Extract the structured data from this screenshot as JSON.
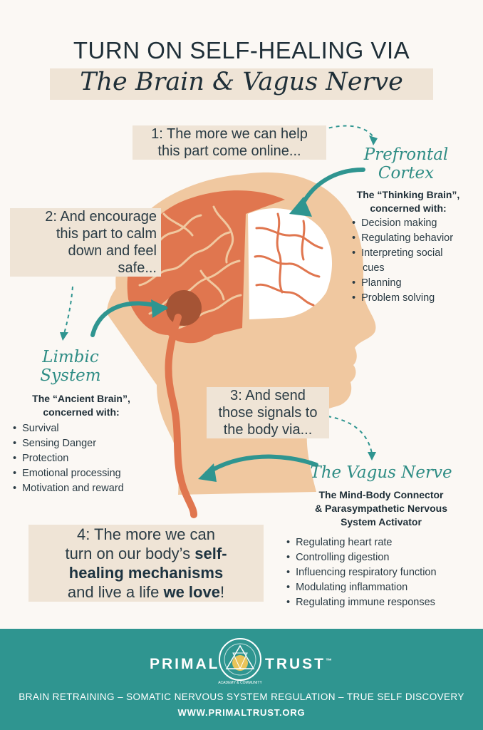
{
  "header": {
    "title_line1": "TURN ON SELF-HEALING VIA",
    "title_line2": "The Brain & Vagus Nerve"
  },
  "steps": {
    "step1": [
      "1: The more we can help",
      "this part come online..."
    ],
    "step2": [
      "2: And encourage",
      "this part to calm",
      "down and feel",
      "safe..."
    ],
    "step3": [
      "3: And send",
      "those signals to",
      "the body via..."
    ],
    "step4": {
      "line1": "4: The more we can",
      "line2_pre": "turn on our body’s ",
      "line2_bold": "self-",
      "line3_bold": "healing mechanisms",
      "line4_pre": "and live a life ",
      "line4_bold": "we love",
      "line4_post": "!"
    }
  },
  "prefrontal": {
    "label": [
      "Prefrontal",
      "Cortex"
    ],
    "subtitle": [
      "The “Thinking Brain”,",
      "concerned with:"
    ],
    "items": [
      "Decision making",
      "Regulating behavior",
      "Interpreting social",
      "cues",
      "Planning",
      "Problem solving"
    ]
  },
  "limbic": {
    "label": [
      "Limbic",
      "System"
    ],
    "subtitle": [
      "The “Ancient Brain”,",
      "concerned with:"
    ],
    "items": [
      "Survival",
      "Sensing Danger",
      "Protection",
      "Emotional processing",
      "Motivation and reward"
    ]
  },
  "vagus": {
    "label": "The Vagus Nerve",
    "subtitle": [
      "The Mind-Body Connector",
      "& Parasympathetic Nervous",
      "System Activator"
    ],
    "items": [
      "Regulating heart rate",
      "Controlling digestion",
      "Influencing respiratory function",
      "Modulating inflammation",
      "Regulating immune responses"
    ]
  },
  "footer": {
    "brand_left": "PRIMAL",
    "brand_right": "TRUST",
    "trademark": "™",
    "logo_ring_text": "ACADEMY & COMMUNITY",
    "tagline": "BRAIN RETRAINING – SOMATIC NERVOUS SYSTEM REGULATION – TRUE SELF DISCOVERY",
    "url": "WWW.PRIMALTRUST.ORG"
  },
  "colors": {
    "teal": "#2f9590",
    "brain_orange": "#e0764f",
    "skin": "#f0c8a0",
    "highlight": "#efe4d6",
    "amygdala": "#a55435"
  }
}
